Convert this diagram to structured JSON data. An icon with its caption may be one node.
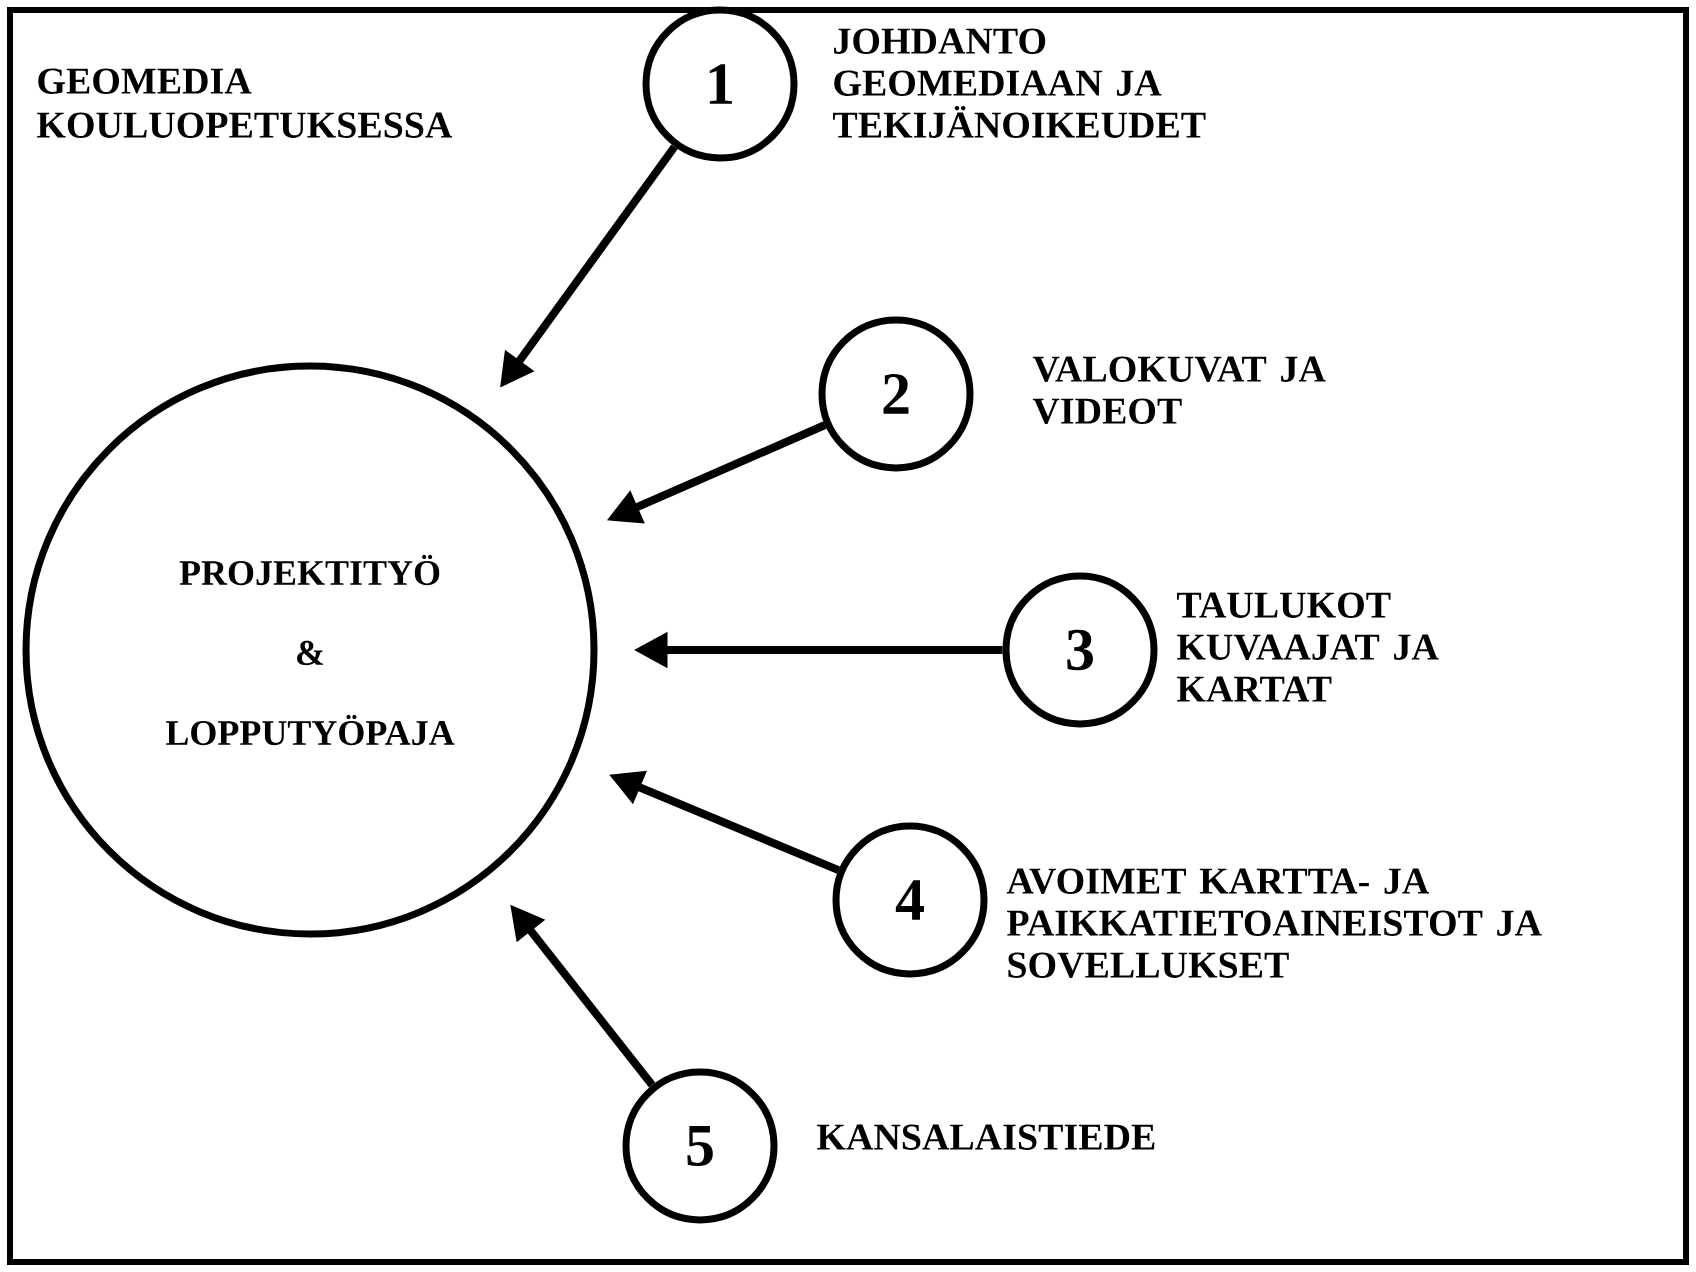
{
  "diagram": {
    "title": "GEOMEDIA KOULUOPETUKSESSA",
    "nodes": [
      {
        "text": [
          "PROJEKTITYÖ",
          "&",
          "LOPPUTYÖPAJA"
        ]
      },
      {
        "text": [
          "1"
        ],
        "beside": [
          "JOHDANTO GEOMEDIAAN JA TEKIJÄNOIKEUDET"
        ]
      },
      {
        "text": [
          "2"
        ],
        "beside": [
          "VALOKUVAT JA VIDEOT"
        ]
      },
      {
        "text": [
          "3"
        ],
        "beside": [
          "TAULUKOT KUVAAJAT JA KARTAT"
        ]
      },
      {
        "text": [
          "4"
        ],
        "beside": [
          "AVOIMET KARTTA- JA PAIKKATIETOAINEISTOT JA SOVELLUKSET"
        ]
      },
      {
        "text": [
          "5"
        ],
        "beside": [
          "KANSALAISTIEDE"
        ]
      }
    ],
    "edges": [
      {
        "from": 1,
        "to": 0,
        "arrow": "to"
      },
      {
        "from": 2,
        "to": 0,
        "arrow": "to"
      },
      {
        "from": 3,
        "to": 0,
        "arrow": "to"
      },
      {
        "from": 4,
        "to": 0,
        "arrow": "to"
      },
      {
        "from": 5,
        "to": 0,
        "arrow": "to"
      }
    ]
  }
}
